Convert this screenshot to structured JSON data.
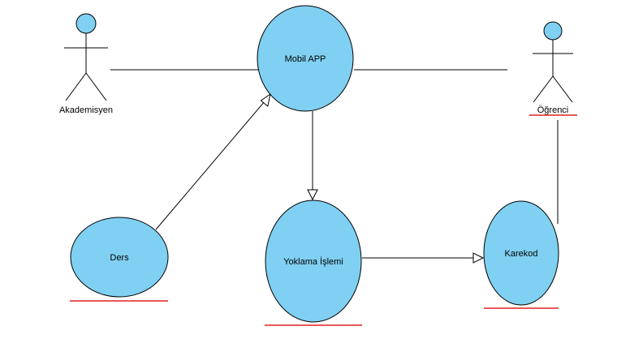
{
  "colors": {
    "node_fill": "#7fd0f2",
    "actor_head_fill": "#7fd0f2",
    "underline": "#e02020",
    "stroke": "#000000"
  },
  "actors": {
    "academic": {
      "label": "Akademisyen"
    },
    "student": {
      "label": "Öğrenci"
    }
  },
  "use_cases": {
    "mobile_app": {
      "label": "Mobil APP"
    },
    "course": {
      "label": "Ders"
    },
    "attendance": {
      "label": "Yoklama İşlemi"
    },
    "qr_code": {
      "label": "Karekod"
    }
  }
}
